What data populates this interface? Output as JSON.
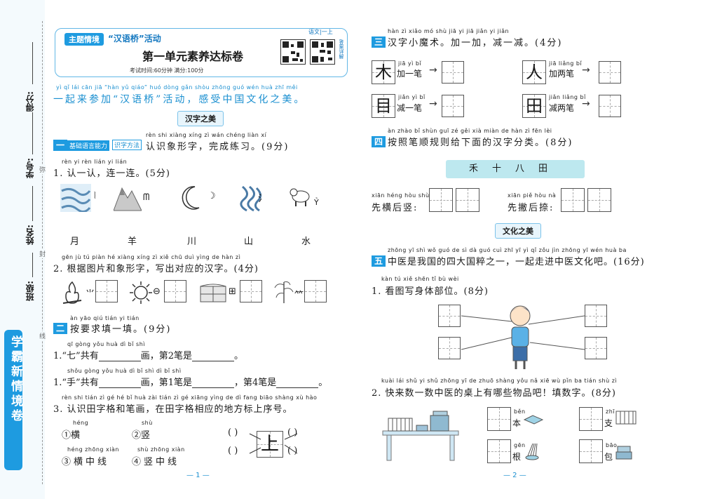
{
  "margin": {
    "score": "得分:",
    "id": "学号:",
    "name": "姓名:",
    "class": "班级:",
    "cut_chars": [
      "弥",
      "封",
      "线"
    ],
    "brand": "学霸新情境卷"
  },
  "header": {
    "theme_tag": "主题情境",
    "theme_name": "“汉语桥”活动",
    "subject": "语文|一上",
    "title": "第一单元素养达标卷",
    "exam_info": "考试时间:60分钟   满分:100分",
    "qr_side_text": "答案详解"
  },
  "intro": {
    "pinyin": "yì  qǐ  lái  cān  jiā  “hàn  yǔ  qiáo”  huó dòng  gǎn  shòu zhōng guó wén huà  zhī  měi",
    "text": "一起来参加“汉语桥”活动，感受中国文化之美。"
  },
  "section1": {
    "title": "汉字之美"
  },
  "q1": {
    "num": "一",
    "tag1": "基础语言能力",
    "tag2": "识字方法",
    "pinyin": "rèn shi xiàng xíng zì    wán chéng liàn  xí",
    "text": "认识象形字，完成练习。(9分)",
    "sub1_pinyin": "rèn  yi  rèn    lián  yi  lián",
    "sub1_text": "1. 认一认，连一连。(5分)",
    "chars_bottom": [
      "月",
      "羊",
      "川",
      "山",
      "水"
    ],
    "sub2_pinyin": "gēn  jù  tú  piàn  hé  xiàng xíng  zì     xiě chū duì yìng  de  hàn  zì",
    "sub2_text": "2. 根据图片和象形字，写出对应的汉字。(4分)"
  },
  "q2": {
    "num": "二",
    "pinyin": "àn yāo qiú tián yi tián",
    "text": "按要求填一填。(9分)",
    "s1_pinyin": "qī  gòng yǒu                      huà     dì      bǐ  shì",
    "s1_text_a": "1.“七”共有",
    "s1_text_b": "画，第2笔是",
    "s1_text_c": "。",
    "s2_pinyin": "shǒu  gòng yǒu                 huà     dì      bǐ  shì                        dì      bǐ  shì",
    "s2_text_a": "“手”共有",
    "s2_text_b": "画，第1笔是",
    "s2_text_c": "，第4笔是",
    "s2_text_d": "。",
    "s3_pinyin": "rèn shi tián zì  gé  hé  bǐ  huà   zài tián zì  gé  xiāng yìng de  dì fang  biāo shàng xù  hào",
    "s3_text": "3. 认识田字格和笔画，在田字格相应的地方标上序号。",
    "opt1_py": "héng",
    "opt1": "①横",
    "opt2_py": "shù",
    "opt2": "②竖",
    "opt3_py": "héng zhōng xiàn",
    "opt3": "③横中线",
    "opt4_py": "shù zhōng xiàn",
    "opt4": "④竖中线",
    "demo_char": "上",
    "paren": "(    )"
  },
  "q3": {
    "num": "三",
    "pinyin": "hàn  zì  xiǎo  mó  shù     jiā  yi  jiā    jiǎn  yi  jiǎn",
    "text": "汉字小魔术。加一加，减一减。(4分)",
    "items": [
      {
        "char": "木",
        "py": "jiā  yì  bǐ",
        "op": "加一笔"
      },
      {
        "char": "人",
        "py": "jiā liǎng bǐ",
        "op": "加两笔"
      },
      {
        "char": "目",
        "py": "jiǎn  yì  bǐ",
        "op": "减一笔"
      },
      {
        "char": "田",
        "py": "jiǎn liǎng bǐ",
        "op": "减两笔"
      }
    ]
  },
  "q4": {
    "num": "四",
    "pinyin": "àn zhào  bǐ  shùn guī zé  gěi xià miàn de  hàn  zì  fēn  lèi",
    "text": "按照笔顺规则给下面的汉字分类。(8分)",
    "banner_chars": "禾十八田",
    "left_py": "xiān héng hòu shù",
    "left_text": "先横后竖:",
    "right_py": "xiān piě hòu nà",
    "right_text": "先撇后捺:"
  },
  "section2": {
    "title": "文化之美"
  },
  "q5": {
    "num": "五",
    "pinyin": "zhōng  yī  shì  wǒ guó de  sì  dà guó cuì zhī  yī    yì  qǐ zǒu jìn zhōng yī wén huà ba",
    "text": "中医是我国的四大国粹之一，一起走进中医文化吧。(16分)",
    "s1_pinyin": "kàn  tú  xiě shēn  tǐ  bù  wèi",
    "s1_text": "1. 看图写身体部位。(8分)",
    "s2_pinyin": "kuài lái  shǔ  yi  shǔ zhōng yī  de zhuō shàng yǒu nǎ xiē wù pǐn ba     tián shù zì",
    "s2_text": "2. 快来数一数中医的桌上有哪些物品吧！填数字。(8分)",
    "items": [
      {
        "py": "běn",
        "char": "本"
      },
      {
        "py": "zhī",
        "char": "支"
      },
      {
        "py": "gēn",
        "char": "根"
      },
      {
        "py": "bāo",
        "char": "包"
      }
    ]
  },
  "pages": {
    "p1": "— 1 —",
    "p2": "— 2 —"
  },
  "colors": {
    "accent": "#1e9be0",
    "banner": "#bde8ef",
    "margin_bg": "#f4fafd"
  }
}
